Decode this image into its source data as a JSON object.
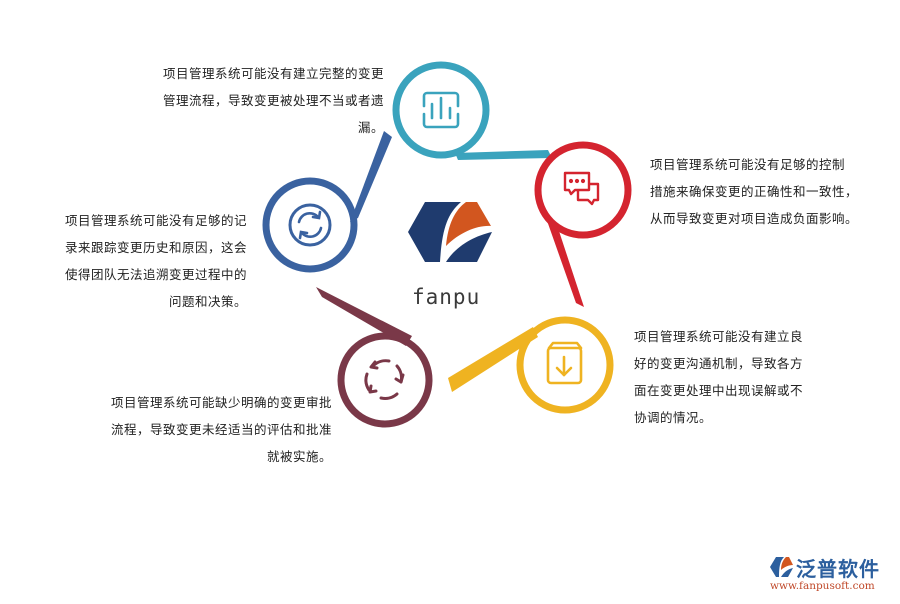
{
  "diagram": {
    "center": {
      "brand_word": "fanpu",
      "logo_colors": {
        "dark": "#1f3b6e",
        "accent": "#d2561f"
      }
    },
    "nodes": [
      {
        "id": "teal",
        "color": "#3aa3bd",
        "icon": "bar-chart-icon",
        "text_lines": [
          "项目管理系统可能没有建立完整的变更",
          "管理流程，导致变更被处理不当或者遗",
          "漏。"
        ]
      },
      {
        "id": "red",
        "color": "#d4242f",
        "icon": "chat-bubbles-icon",
        "text_lines": [
          "项目管理系统可能没有足够的控制",
          "措施来确保变更的正确性和一致性，",
          "从而导致变更对项目造成负面影响。"
        ]
      },
      {
        "id": "yellow",
        "color": "#efb321",
        "icon": "download-box-icon",
        "text_lines": [
          "项目管理系统可能没有建立良",
          "好的变更沟通机制，导致各方",
          "面在变更处理中出现误解或不",
          "协调的情况。"
        ]
      },
      {
        "id": "maroon",
        "color": "#7a3848",
        "icon": "refresh-arrows-icon",
        "text_lines": [
          "项目管理系统可能缺少明确的变更审批",
          "流程，导致变更未经适当的评估和批准",
          "就被实施。"
        ]
      },
      {
        "id": "blue",
        "color": "#3a62a0",
        "icon": "sync-circle-icon",
        "text_lines": [
          "项目管理系统可能没有足够的记",
          "录来跟踪变更历史和原因，这会",
          "使得团队无法追溯变更过程中的",
          "问题和决策。"
        ]
      }
    ]
  },
  "watermark": {
    "name": "泛普软件",
    "url": "www.fanpusoft.com",
    "name_color": "#2c5f9e",
    "url_color": "#c0492a"
  }
}
